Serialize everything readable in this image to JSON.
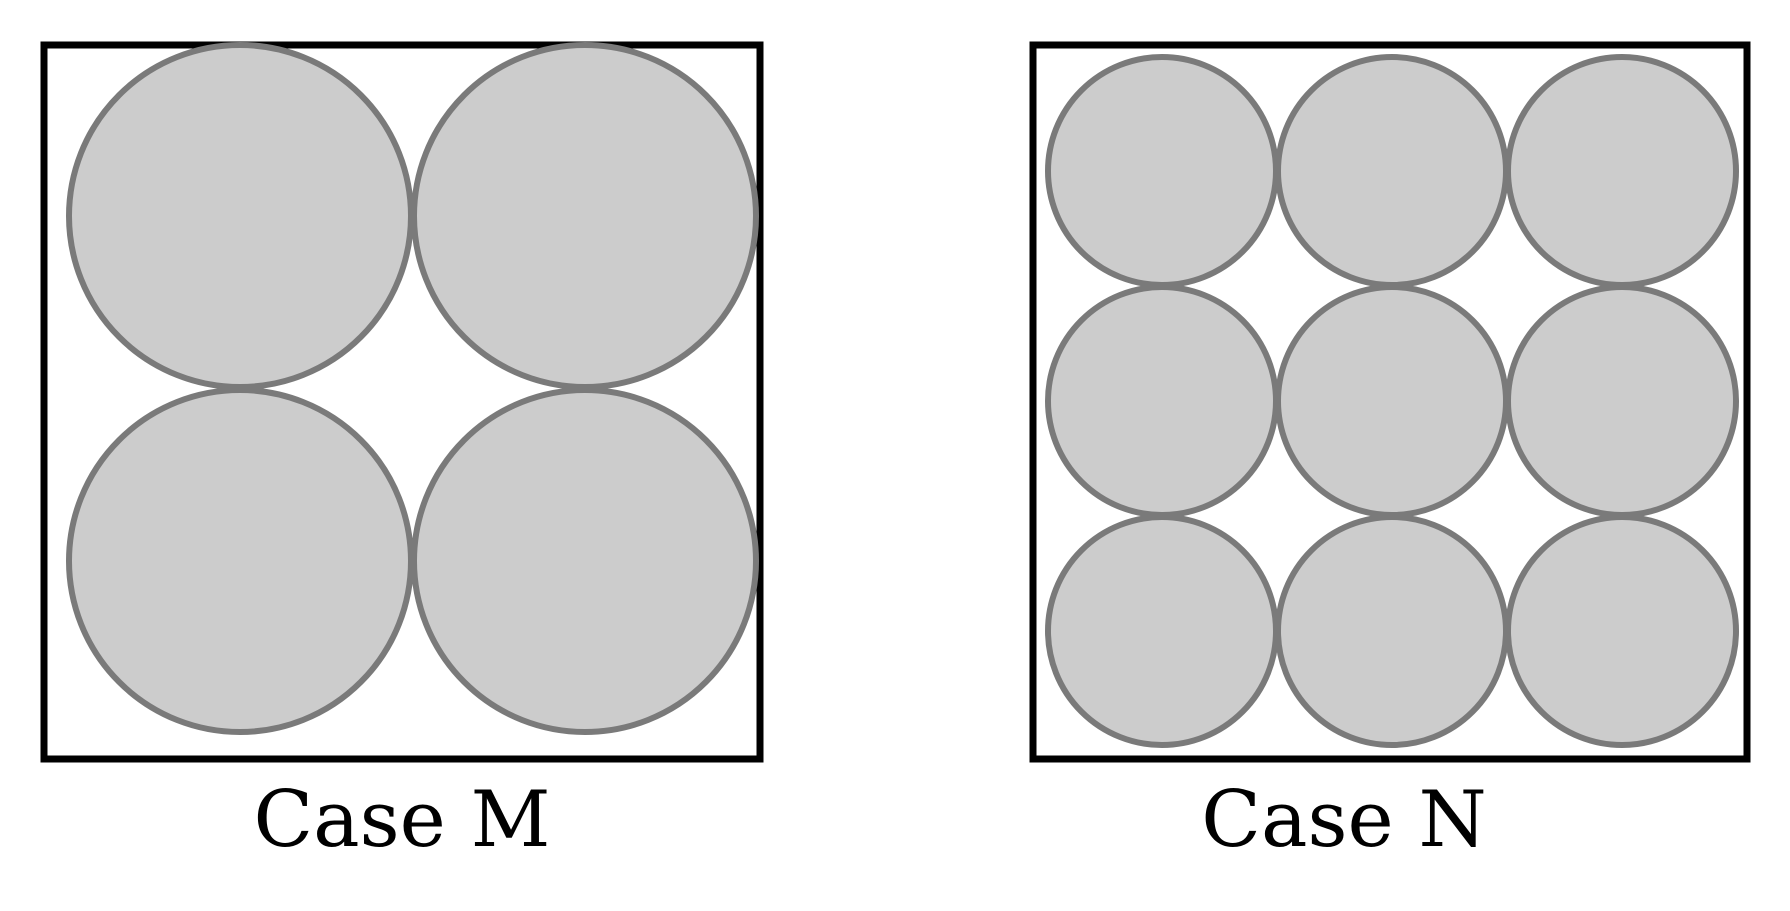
{
  "cases": [
    {
      "label": "Case M",
      "rows": 2,
      "cols": 2
    },
    {
      "label": "Case N",
      "rows": 3,
      "cols": 3
    }
  ],
  "colors": {
    "circle_fill": "#cccccc",
    "circle_stroke": "#7a7a7a",
    "frame_stroke": "#000000",
    "background": "#ffffff"
  }
}
